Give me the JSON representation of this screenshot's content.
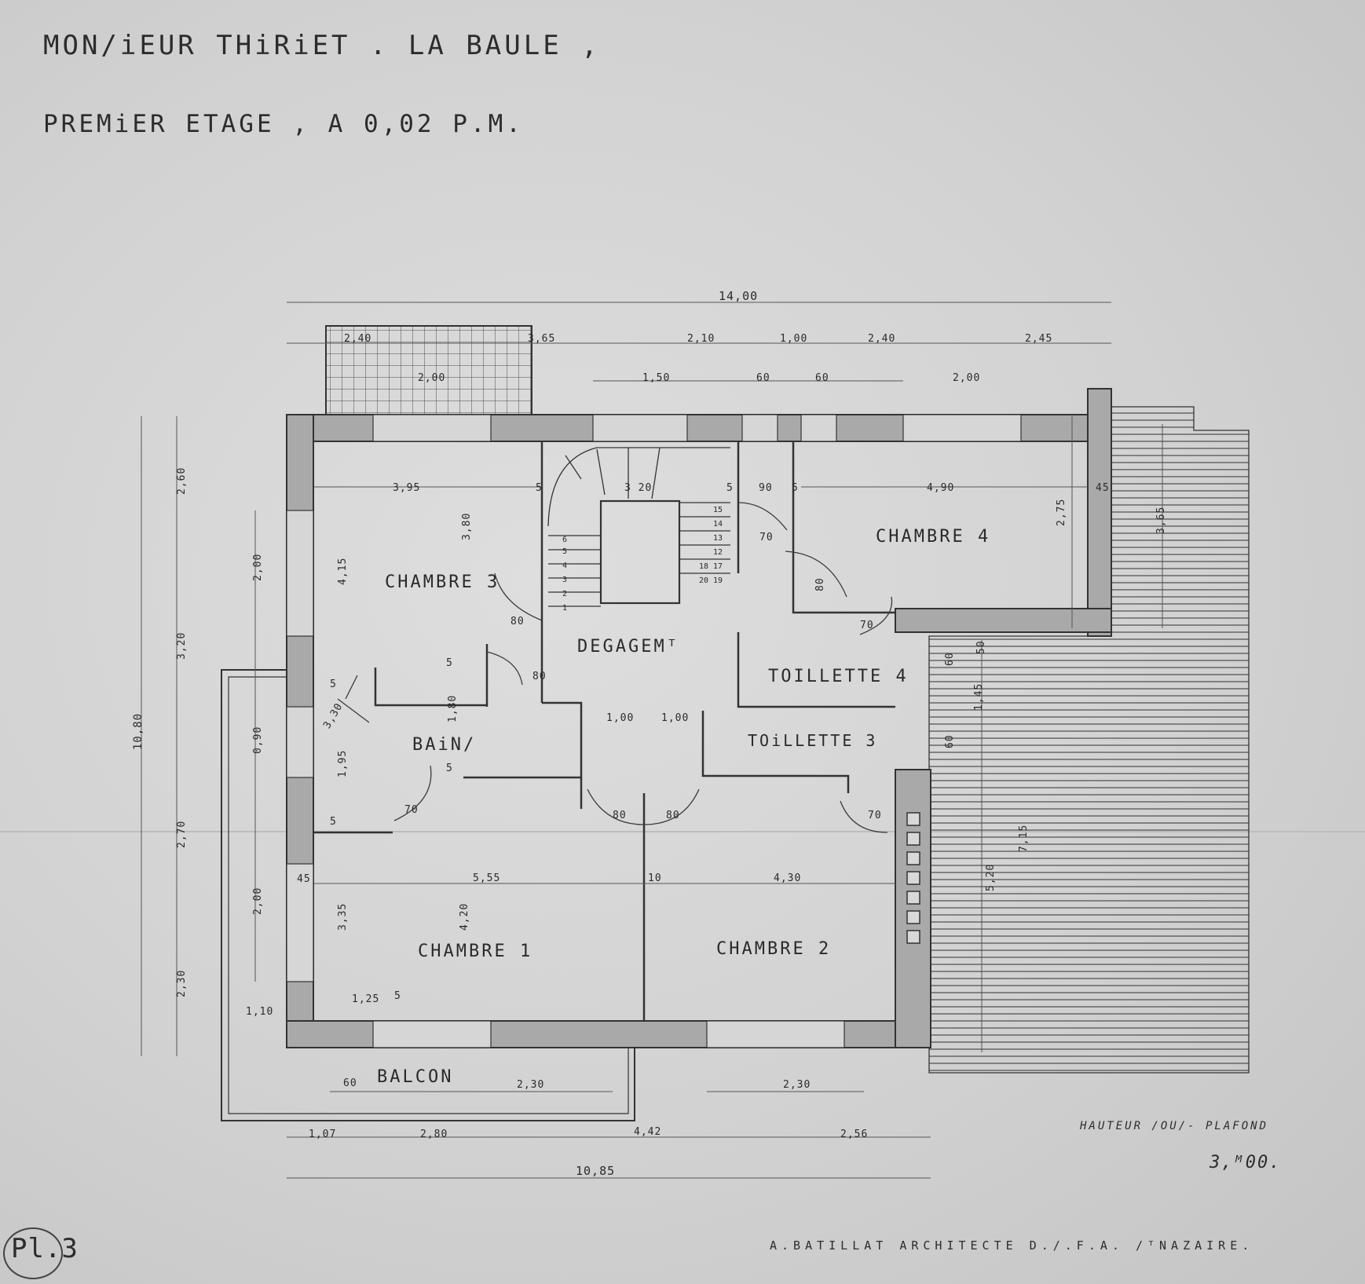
{
  "title": {
    "line1": "MON/iEUR THiRiET . LA BAULE ,",
    "line2": "PREMiER ETAGE , A 0,02 P.M."
  },
  "rooms": {
    "chambre3": "CHAMBRE 3",
    "chambre4": "CHAMBRE 4",
    "chambre1": "CHAMBRE 1",
    "chambre2": "CHAMBRE 2",
    "degagement": "DEGAGEMᵀ",
    "bain": "BAiN/",
    "toilette4": "TOILLETTE 4",
    "toilette3": "TOiLLETTE 3",
    "balcon": "BALCON"
  },
  "dimensions": {
    "overall_top": "14,00",
    "top_a": "2,40",
    "top_b": "3,65",
    "top_c": "2,10",
    "top_d": "1,00",
    "top_e": "2,40",
    "top_f": "2,45",
    "win_a": "2,00",
    "win_b": "1,50",
    "win_c": "60",
    "win_d": "60",
    "win_e": "2,00",
    "ch3_width": "3,95",
    "stair_width": "3 20",
    "wall_5a": "5",
    "wall_5b": "5",
    "wall_90": "90",
    "wall_5c": "5",
    "ch4_width": "4,90",
    "wall_45": "45",
    "ch4_depth": "2,75",
    "terrace_right_a": "3,65",
    "door_70a": "70",
    "door_80a": "80",
    "door_70b": "70",
    "ch3_depth": "3,80",
    "ch3_inner": "4,15",
    "door_80b": "80",
    "door_80c": "80",
    "door_80d": "80",
    "door_80e": "80",
    "door_70c": "70",
    "door_70d": "70",
    "bain_h": "1,80",
    "bain_w": "1,95",
    "small_5a": "5",
    "small_5b": "5",
    "small_5c": "5",
    "small_5d": "5",
    "small_5e": "5",
    "small_45": "45",
    "bain_vent": "3,30",
    "corr_a": "1,00",
    "corr_b": "1,00",
    "toil_60a": "60",
    "toil_50": "50",
    "toil_145": "1,45",
    "toil_60b": "60",
    "ch1_width": "5,55",
    "wall_10": "10",
    "ch2_width": "4,30",
    "ch1_depth": "4,20",
    "ch1_inner": "3,35",
    "terrace_depth": "5,20",
    "terrace_len": "7,15",
    "left_a": "2,60",
    "left_b": "3,20",
    "left_c": "2,70",
    "left_d": "2,30",
    "left_total": "10,80",
    "left_win_a": "2,00",
    "left_win_b": "0,90",
    "left_win_c": "2,00",
    "left_110": "1,10",
    "small_125": "1,25",
    "bal_60": "60",
    "bal_230a": "2,30",
    "bal_230b": "2,30",
    "bot_a": "1,07",
    "bot_b": "2,80",
    "bot_c": "4,42",
    "bot_d": "2,56",
    "overall_bottom": "10,85"
  },
  "stair_steps": [
    "1",
    "2",
    "3",
    "4",
    "5",
    "6",
    "12",
    "13",
    "14",
    "15",
    "17",
    "18",
    "19",
    "20"
  ],
  "ceiling": {
    "label": "HAUTEUR /OU/- PLAFOND",
    "value": "3,ᴹ00."
  },
  "architect": "A.BATILLAT   ARCHITECTE   D./.F.A.   /ᵀNAZAIRE.",
  "sheet_number": "Pl.3"
}
